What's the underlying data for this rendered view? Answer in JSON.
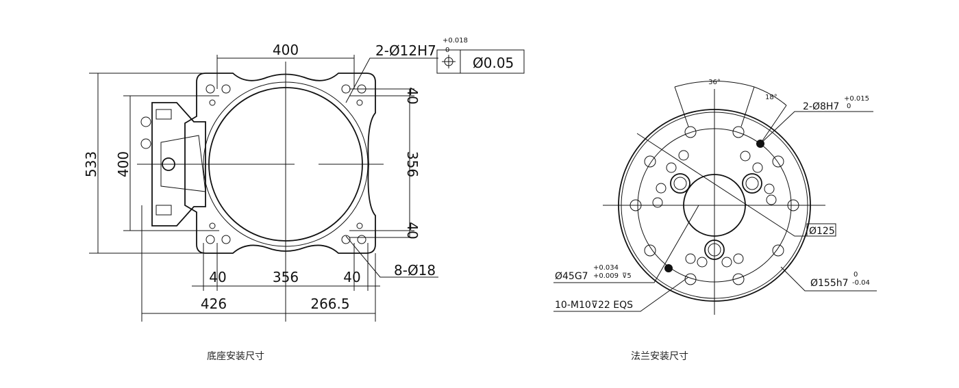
{
  "base": {
    "caption": "底座安装尺寸",
    "dims": {
      "top_width": "400",
      "height_total": "533",
      "height_inner": "400",
      "right_356": "356",
      "right_40_top": "40",
      "right_40_bottom": "40",
      "bottom_40_left": "40",
      "bottom_356": "356",
      "bottom_40_right": "40",
      "bottom_426": "426",
      "bottom_266": "266.5"
    },
    "callouts": {
      "pin_holes": "2-Ø12H7",
      "pin_tol_upper": "+0.018",
      "pin_tol_lower": "0",
      "position_tol": "Ø0.05",
      "mount_holes": "8-Ø18"
    }
  },
  "flange": {
    "caption": "法兰安装尺寸",
    "angles": {
      "a36": "36°",
      "a18": "18°"
    },
    "callouts": {
      "pin": "2-Ø8H7",
      "pin_tol_upper": "+0.015",
      "pin_tol_lower": "0",
      "d125": "Ø125",
      "d45": "Ø45G7",
      "d45_upper": "+0.034",
      "d45_lower": "+0.009",
      "d45_depth": "⊽5",
      "d155": "Ø155h7",
      "d155_upper": "0",
      "d155_lower": "-0.04",
      "thread": "10-M10⊽22 EQS"
    }
  }
}
